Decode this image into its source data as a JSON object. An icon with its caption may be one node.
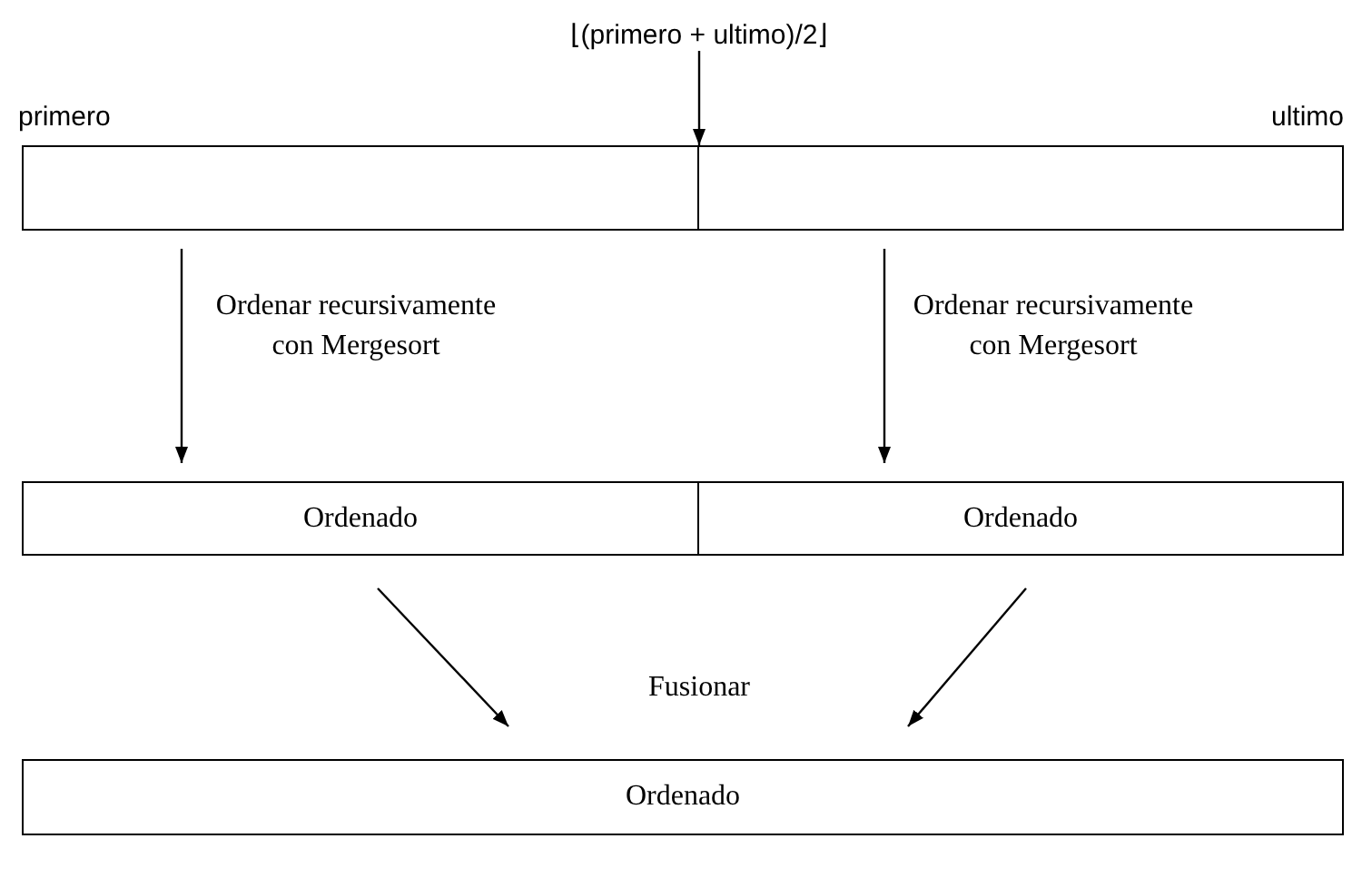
{
  "diagram": {
    "nodes": [
      {
        "text": [],
        "shape": "box",
        "beside": [
          "primero"
        ]
      },
      {
        "text": [],
        "shape": "box",
        "beside": [
          "ultimo"
        ]
      },
      {
        "text": [
          "Ordenado"
        ]
      },
      {
        "text": [
          "Ordenado"
        ]
      },
      {
        "text": [
          "Ordenado"
        ]
      },
      {
        "text": [
          "⌊(primero + ultimo)/2⌋"
        ]
      }
    ],
    "edges": [
      {
        "from": 0,
        "to": 2,
        "arrow": "to",
        "label": "Ordenar recursivamente con Mergesort"
      },
      {
        "from": 1,
        "to": 3,
        "arrow": "to",
        "label": "Ordenar recursivamente con Mergesort"
      },
      {
        "from": 2,
        "to": 4,
        "arrow": "to"
      },
      {
        "from": 3,
        "to": 4,
        "arrow": "to"
      },
      {
        "from": 5,
        "to": 1,
        "arrow": "to"
      }
    ],
    "labels": [
      "Fusionar"
    ]
  }
}
